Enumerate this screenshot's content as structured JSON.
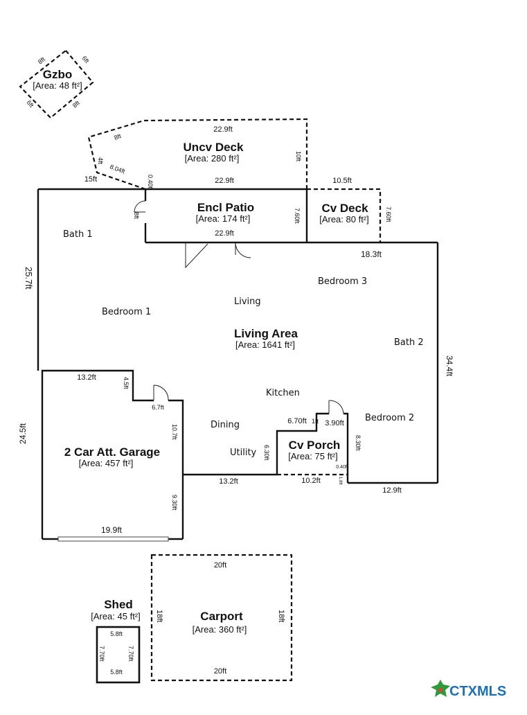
{
  "structures": {
    "gazebo": {
      "title": "Gzbo",
      "area": "[Area: 48 ft²]",
      "sides": [
        "8ft",
        "6ft",
        "8ft",
        "6ft"
      ]
    },
    "uncv_deck": {
      "title": "Uncv Deck",
      "area": "[Area: 280 ft²]",
      "dims": [
        "22.9ft",
        "8ft",
        "4ft",
        "8.04ft",
        "10ft",
        "0.40ft",
        "22.9ft"
      ]
    },
    "encl_patio": {
      "title": "Encl Patio",
      "area": "[Area: 174 ft²]",
      "dims": [
        "15ft",
        "7.60ft",
        "22.9ft",
        "8ft"
      ]
    },
    "cv_deck": {
      "title": "Cv Deck",
      "area": "[Area: 80 ft²]",
      "dims": [
        "10.5ft",
        "7.60ft"
      ]
    },
    "living": {
      "title": "Living Area",
      "area": "[Area: 1641 ft²]",
      "dims": [
        "25.7ft",
        "18.3ft",
        "34.4ft",
        "12.9ft"
      ]
    },
    "garage": {
      "title": "2 Car Att. Garage",
      "area": "[Area: 457 ft²]",
      "dims": [
        "13.2ft",
        "4.5ft",
        "6.7ft",
        "10.7ft",
        "24.5ft",
        "13.2ft",
        "9.30ft",
        "19.9ft"
      ]
    },
    "cv_porch": {
      "title": "Cv Porch",
      "area": "[Area: 75 ft²]",
      "dims": [
        "6.70ft",
        "1ft",
        "3.90ft",
        "8.30ft",
        "6.30ft",
        "10.2ft",
        "0.40ft",
        "1.8ft"
      ]
    },
    "shed": {
      "title": "Shed",
      "area": "[Area: 45 ft²]",
      "dims": [
        "5.8ft",
        "7.70ft",
        "7.70ft",
        "5.8ft"
      ]
    },
    "carport": {
      "title": "Carport",
      "area": "[Area: 360 ft²]",
      "dims": [
        "20ft",
        "18ft",
        "18ft",
        "20ft"
      ]
    }
  },
  "rooms": {
    "bath1": "Bath 1",
    "bedroom1": "Bedroom 1",
    "living": "Living",
    "bedroom3": "Bedroom 3",
    "bath2": "Bath 2",
    "kitchen": "Kitchen",
    "dining": "Dining",
    "utility": "Utility",
    "bedroom2": "Bedroom 2"
  },
  "logo": {
    "text": "CTXMLS",
    "color_text": "#1f6fb5",
    "color_star": "#2e9a3c",
    "color_accent": "#e2432a"
  }
}
